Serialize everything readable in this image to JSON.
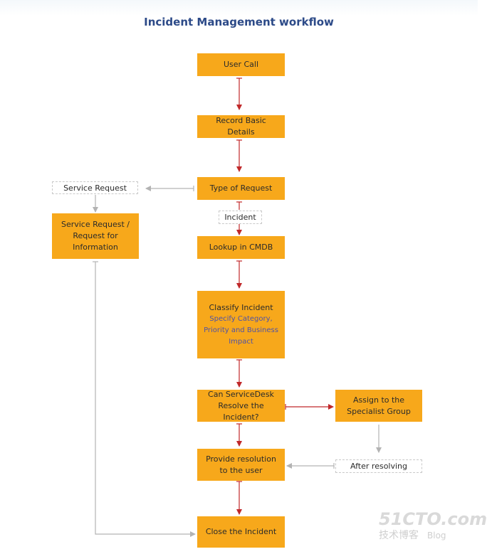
{
  "title": "Incident Management workflow",
  "nodes": {
    "user_call": "User Call",
    "record_details": "Record Basic Details",
    "type_of_request": "Type of Request",
    "service_request_info": "Service Request / Request for Information",
    "lookup_cmdb": "Lookup in CMDB",
    "classify_incident": {
      "heading": "Classify Incident",
      "detail": "Specify Category, Priority and Business Impact"
    },
    "can_servicedesk_resolve": "Can ServiceDesk Resolve the Incident?",
    "assign_specialist": "Assign to the Specialist Group",
    "provide_resolution": "Provide resolution to the user",
    "close_incident": "Close the Incident"
  },
  "edge_labels": {
    "service_request": "Service Request",
    "incident": "Incident",
    "after_resolving": "After resolving"
  },
  "watermark": {
    "site": "51CTO.com",
    "subtitle": "技术博客",
    "blog": "Blog"
  },
  "colors": {
    "box_fill": "#f7a81b",
    "title": "#2c4a88",
    "detail_text": "#4e52a8",
    "main_arrow": "#c0282a",
    "secondary_arrow": "#b3b3b3"
  }
}
